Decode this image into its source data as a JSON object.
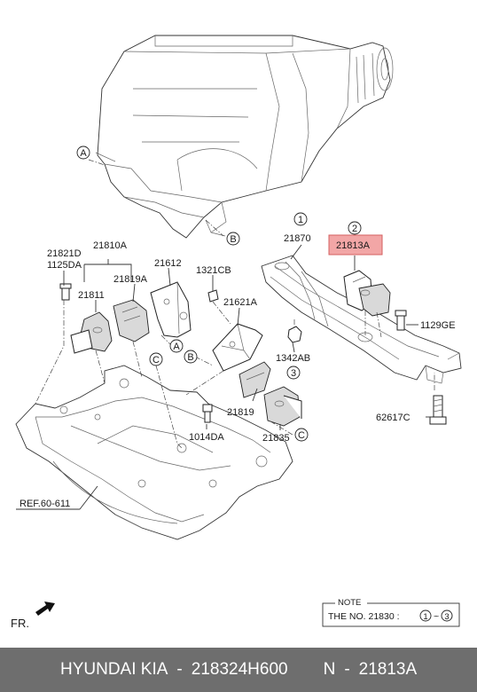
{
  "labels": {
    "p21821D": "21821D",
    "p1125DA": "1125DA",
    "p21810A": "21810A",
    "p21811": "21811",
    "p21819A": "21819A",
    "p21612": "21612",
    "p1321CB": "1321CB",
    "p21621A": "21621A",
    "p21870": "21870",
    "p21813A": "21813A",
    "p1129GE": "1129GE",
    "p1342AB": "1342AB",
    "p21819": "21819",
    "p1014DA": "1014DA",
    "p21835": "21835",
    "p62617C": "62617C",
    "ref": "REF.60-611",
    "fr": "FR."
  },
  "callouts": {
    "A": "A",
    "B": "B",
    "C": "C",
    "n1": "1",
    "n2": "2",
    "n3": "3"
  },
  "note": {
    "title": "NOTE",
    "text": "THE NO. 21830 :",
    "range_start": "1",
    "range_tilde": "~",
    "range_end": "3"
  },
  "footer": {
    "brand": "HYUNDAI  KIA",
    "part_number": "218324H600",
    "ref_prefix": "N",
    "ref_number": "21813A",
    "separator": "-"
  },
  "colors": {
    "highlight_fill": "#f2a6a6",
    "highlight_stroke": "#d46060",
    "footer_bg": "#6e6e6e",
    "footer_text": "#ffffff"
  }
}
